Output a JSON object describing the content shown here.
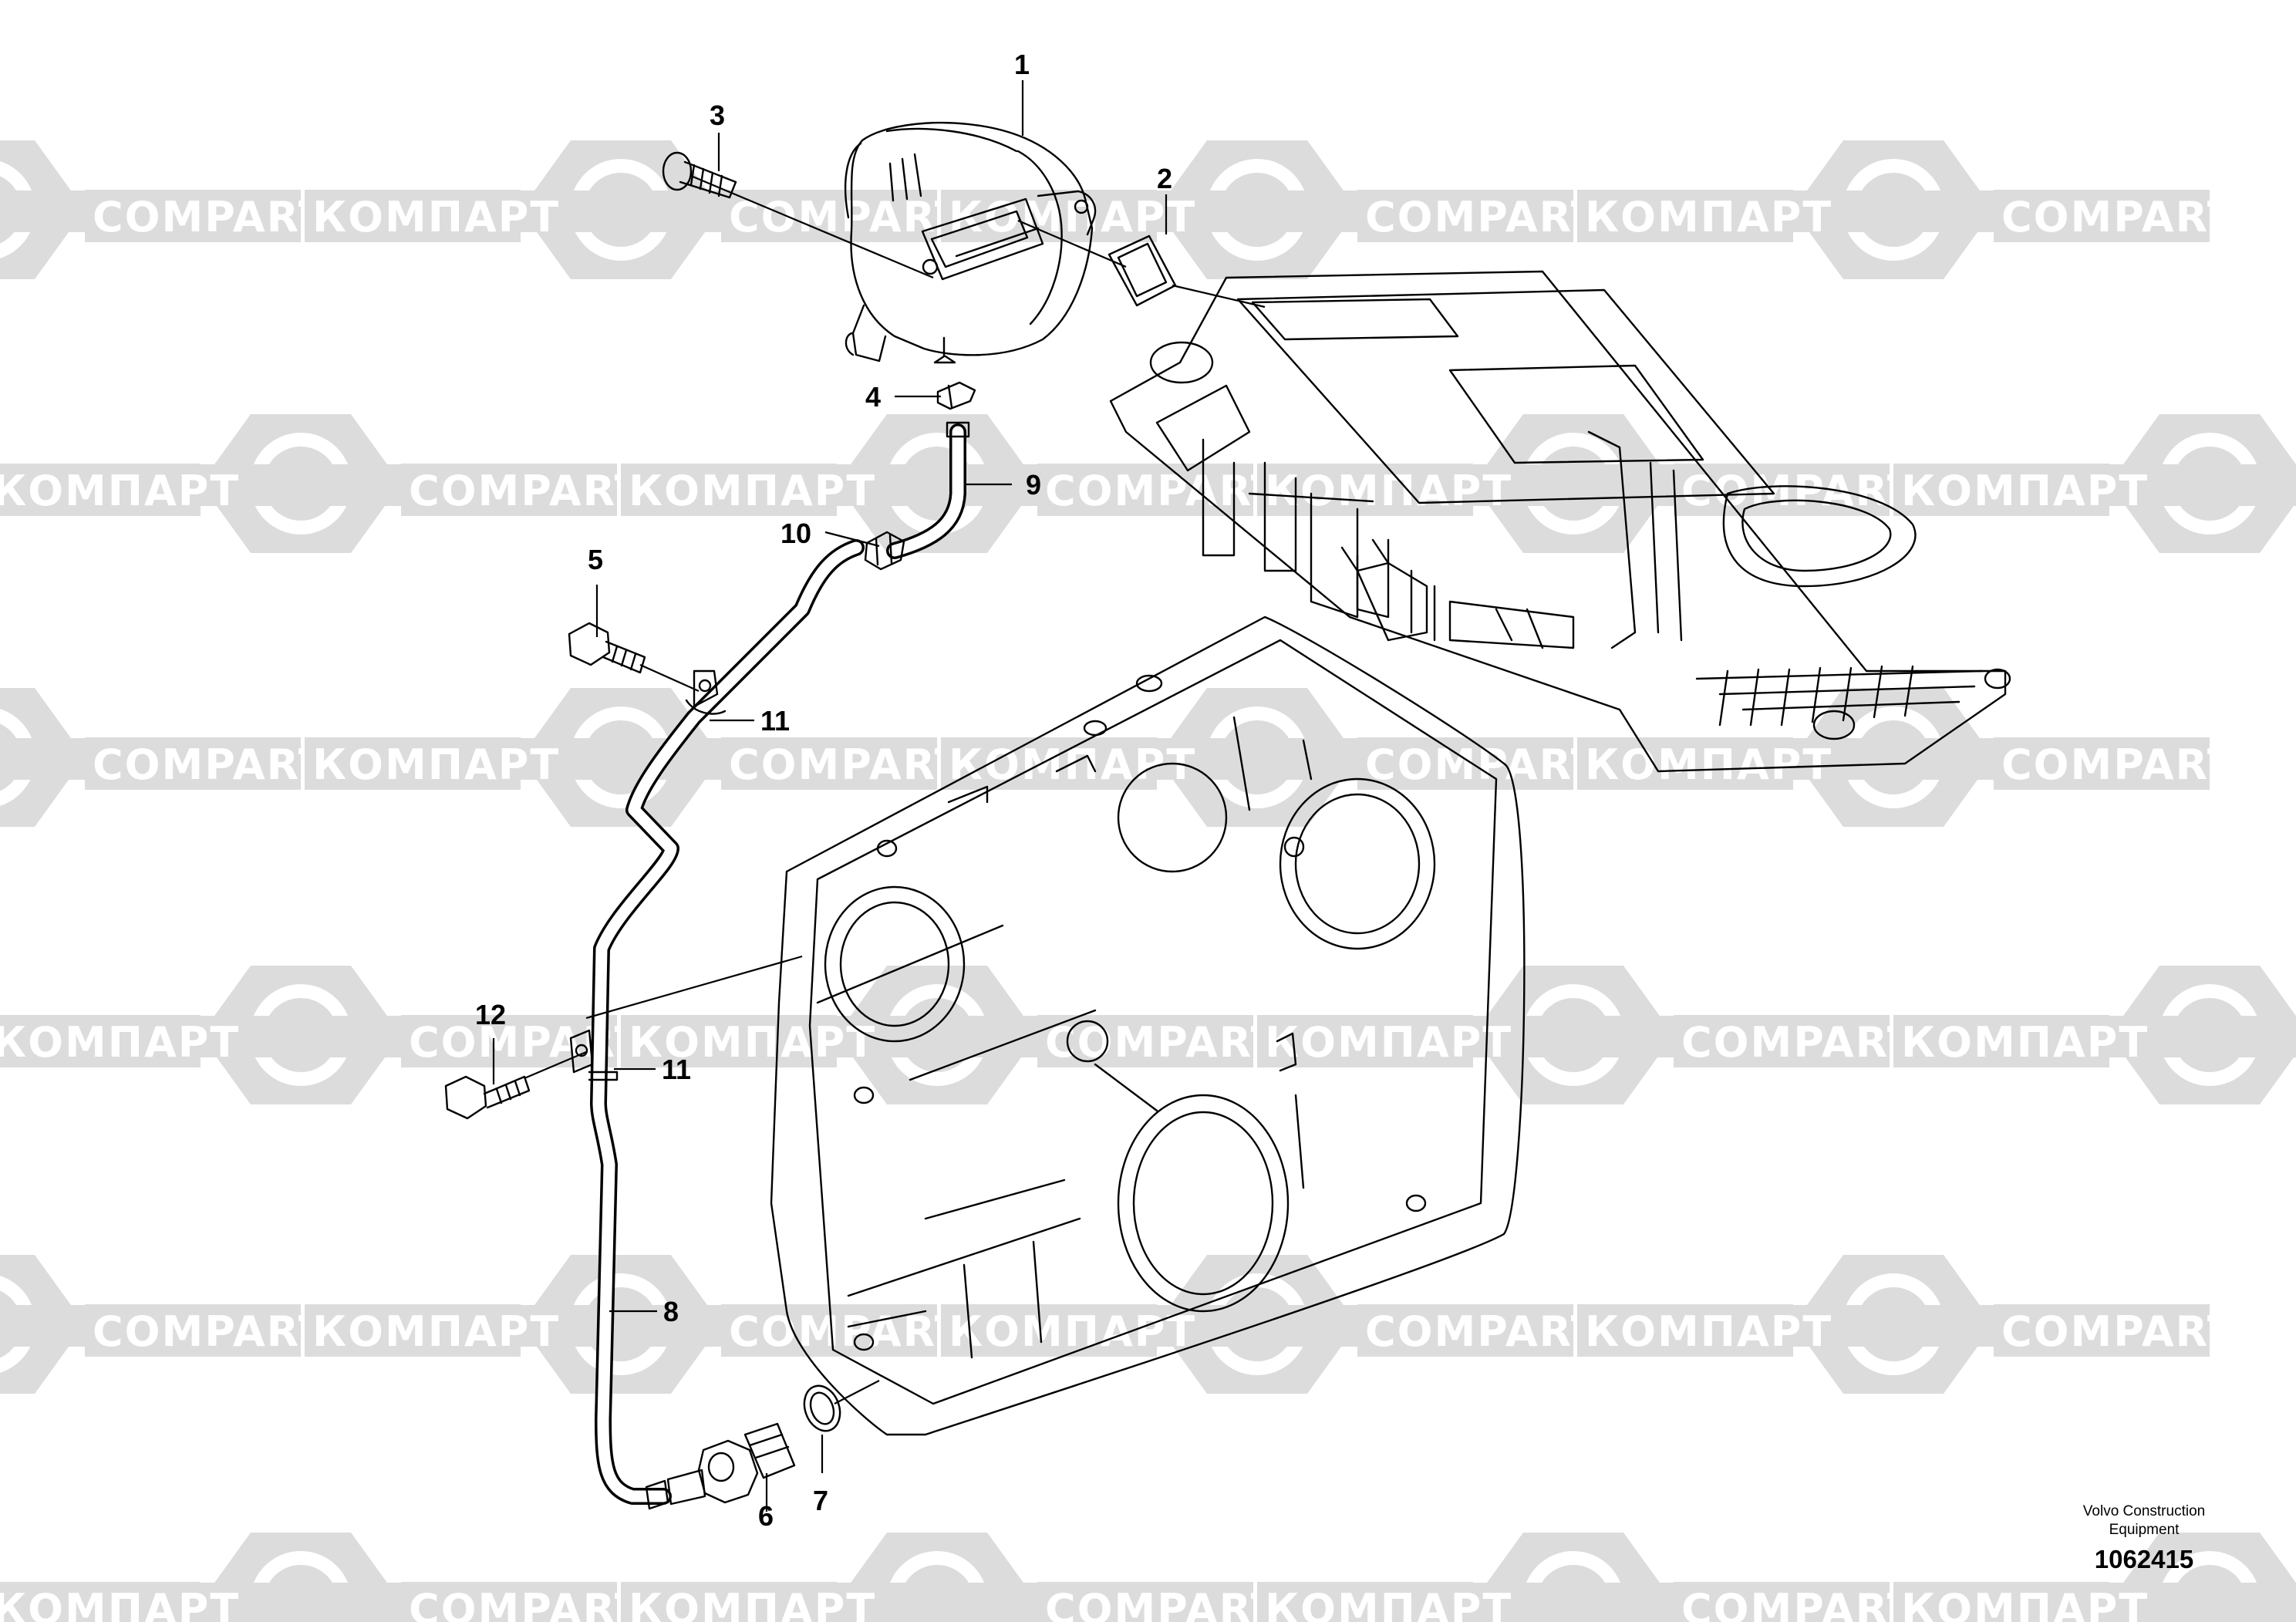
{
  "watermark": {
    "text_latin": "COMPART",
    "text_cyrillic": "КОМПАРТ",
    "color": "#dcdcdc"
  },
  "callouts": [
    "1",
    "2",
    "3",
    "4",
    "5",
    "6",
    "7",
    "8",
    "9",
    "10",
    "11",
    "11",
    "12"
  ],
  "footer": {
    "company": "Volvo Construction Equipment",
    "drawing_number": "1062415"
  },
  "colors": {
    "line": "#000000",
    "background": "#ffffff"
  }
}
